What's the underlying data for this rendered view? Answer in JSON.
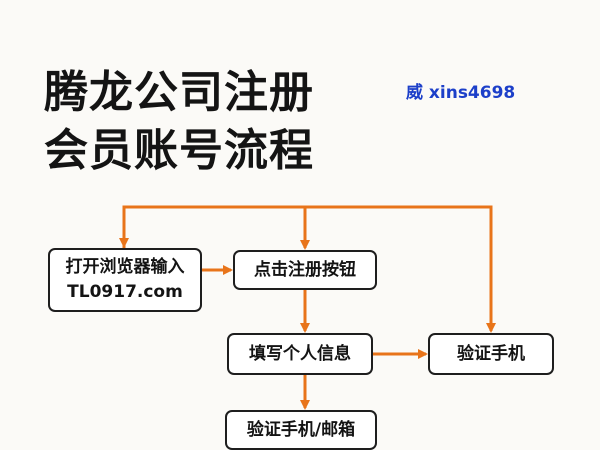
{
  "title": {
    "line1": "腾龙公司注册",
    "line2": "会员账号流程"
  },
  "contact": "威  xins4698",
  "nodes": {
    "open_browser": {
      "line1": "打开浏览器输入",
      "line2": "TL0917.com"
    },
    "click_register": "点击注册按钮",
    "fill_info": "填写个人信息",
    "verify_phone": "验证手机",
    "verify_phone_email": "验证手机/邮箱"
  },
  "colors": {
    "arrow": "#e8741a",
    "node_border": "#1e1e1e",
    "title": "#141414",
    "contact": "#1c3fc9"
  }
}
